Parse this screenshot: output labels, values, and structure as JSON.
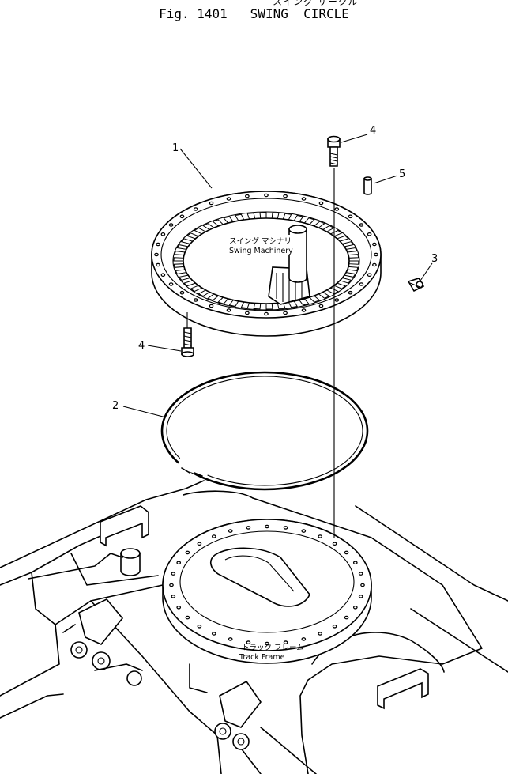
{
  "figure": {
    "title_jp": "スイング サークル",
    "title": "Fig. 1401   SWING  CIRCLE"
  },
  "callouts": [
    {
      "id": "1",
      "label": "1"
    },
    {
      "id": "2",
      "label": "2"
    },
    {
      "id": "3",
      "label": "3"
    },
    {
      "id": "4a",
      "label": "4"
    },
    {
      "id": "4b",
      "label": "4"
    },
    {
      "id": "5",
      "label": "5"
    }
  ],
  "notes": {
    "swing_machinery_jp": "スイング マシナリ",
    "swing_machinery": "Swing Machinery",
    "track_frame_jp": "トラック フレーム",
    "track_frame": "Track Frame"
  }
}
